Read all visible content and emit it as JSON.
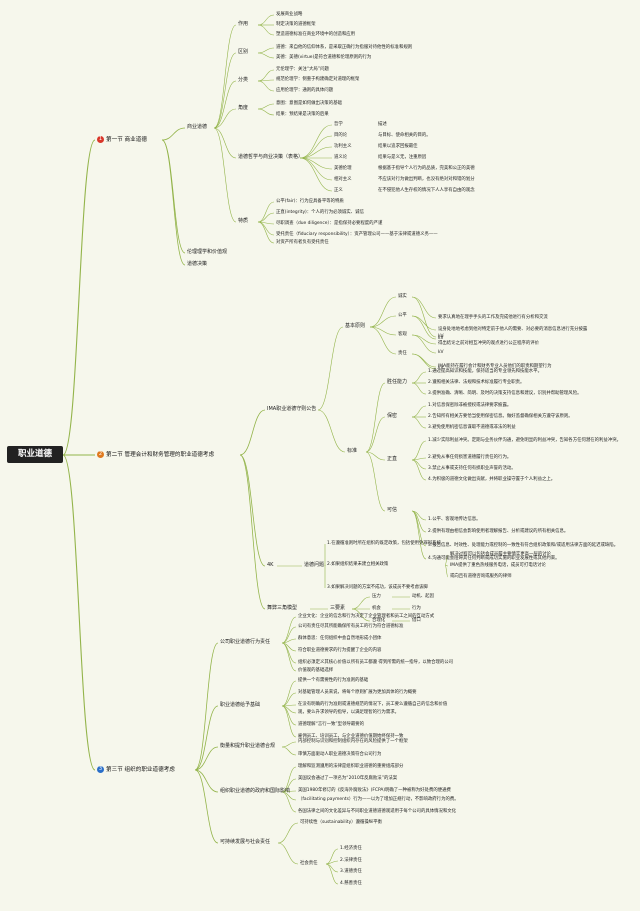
{
  "root": "职业道德",
  "colors": {
    "line": "#93b44a",
    "badge1": "#d9372a",
    "badge2": "#e07a1f",
    "badge3": "#2a6fc9"
  },
  "sections": {
    "s1": {
      "num": "1",
      "title": "第一节 商业道德",
      "c1": "商业道德",
      "g_zuoyong": "作用",
      "zy": [
        "发展商业战略",
        "制定决策的道德框架",
        "塑造道德标准在商业环境中的创造和应用"
      ],
      "g_qubie": "区别",
      "qb": [
        "道德：来自他的信仰体系，是采取正确行为指服对待他性的标准和规则",
        "美德：美德(virtue)是符合道德和伦理原则的行为"
      ],
      "g_fenlei": "分类",
      "fl": [
        "元伦理学：关注“大局”问题",
        "规范伦理学：侧重于构建确定对道理的框架",
        "应用伦理学：通则的具体问题"
      ],
      "g_jiaodu": "角度",
      "jd": [
        "意图：意图是如何做出决策的基础",
        "结果：预结果是决策的后果"
      ],
      "g_xuepai": "道德哲学与商业决策（表格）",
      "xp": [
        [
          "哲学",
          "描述"
        ],
        [
          "目的论",
          "与目标、使命相关的目的。"
        ],
        [
          "功利主义",
          "结果以追求回报最佳"
        ],
        [
          "道义论",
          "结果与是义无，注重原因"
        ],
        [
          "美德伦理",
          "根据基于指导个人行为的品质，完美和公正的美德"
        ],
        [
          "相对主义",
          "不应该对行为做出判断，也没有绝对对和错的划分"
        ],
        [
          "正义",
          "在不侵犯他人生存权的情况下人人享有自由的观念"
        ]
      ],
      "g_texing": "特质",
      "tx": [
        "公平(fair)：行为应具备平等的特质",
        "正直(integrity)：个人的行为必须诚实、诚信",
        "尽职调查（due diligence）：是指保持必要程度的严谨",
        "受托责任（fiduciary responsibility）：资产管理公司——基于法律或道德义务——",
        "对资产所有者负有受托责任"
      ],
      "c2": "伦理理学和价值观",
      "c3": "道德决策"
    },
    "s2": {
      "num": "2",
      "title": "第二节 管理会计和财务管理的职业道德考虑",
      "ima": "IMA职业道德守则公告",
      "jbyz": "基本原则",
      "princ": [
        [
          "诚实",
          "要求认真地在理手手头的工作及完成他进行有分析和交流"
        ],
        [
          "公平",
          "设身处地地考虑到他对特定前于他人的需要、对必要的消息信息进行充分披露"
        ],
        [
          "客观",
          "得出结论之前对相互冲突的观点进行公正程序的评价"
        ],
        [
          "责任",
          "IMA能持在履行会计和财务专业人员他们的职责和期望行为"
        ]
      ],
      "kv": "kV",
      "biaozhun": "标准",
      "g_suzhi": "胜任能力",
      "sz": [
        "1.通过提高知识和技能，保持适当的专业领先和技能水平。",
        "2.遵照相关法律、法规和技术标准履行专业职责。",
        "3.提供准确、清晰、简明、及时的决策支持信息和建议，识别并帮助管理风险。"
      ],
      "g_baomi": "保密",
      "bm": [
        "1.对信息保密除非被授权或法律要求披露。",
        "2.告知所有相关方要恰当使用保密信息。做好监督确保相关方遵守该原则。",
        "3.避免使用机密信息谋取不道德或非法的利益"
      ],
      "g_zhengzhi": "正直",
      "zz": [
        "1.减少实际利益冲突。定期与业务伙伴沟通，避免明显的利益冲突，告知各方任何潜在的利益冲突。",
        "2.避免从事任何损害道德履行责任的行为。",
        "3.禁止从事或支持任何有损职业声誉的活动。",
        "4.为积极的道德文化做出贡献，并将职业操守置于个人利益之上。"
      ],
      "g_kexin": "可信",
      "kx": [
        "1.公平、客观地传达信息。",
        "2.提供有理由相信会影响使用者理解报告、分析或建议的所有相关信息。",
        "3.报告信息、时效性、处理能力或控制的一致性有符合组织政策和/或适用法律方面的延迟或缺陷。",
        "4.沟通可能会阻碍其任何判断或成功实施的职业发展性或其他约束。"
      ],
      "g_4k": "4K",
      "dl": "道德问题",
      "dlq": [
        "1.在遵循准则时所在组织的既定政策，包括使用免罪辩系统",
        "2.如果组织结果未建立相关政策",
        "3.如果解决问题的方案不成功，该成员不要考虑该脚"
      ],
      "dlq2": [
        "解决过程可以包括会成员履主要情实更高一层的讨论",
        "IMA提供了重色热线服务电话，成员可打电话讨论",
        "或向且有道德咨询或服务的律师"
      ],
      "g_sanjiao": "舞弊三角模型",
      "sy": "三要素",
      "sanyao": [
        [
          "压力",
          "动机、起因"
        ],
        [
          "机会",
          "行为"
        ],
        [
          "合理化",
          "借口"
        ]
      ]
    },
    "s3": {
      "num": "3",
      "title": "第三节 组织的职业道德考虑",
      "g_a": "公司职业道德行为责任",
      "a": [
        "企业文化：企业的信念和行为决定了企业管理者和员工之间的互动方式",
        "公司有责任尽其所能确保所有员工的行为符合道德标准",
        "群体意思：任何组织中会自然地形成小团体",
        "符合职业道德要求的行为提醒了企业的内容",
        "组织必须定义其核心价值以所有员工都遵 得到所需的统一指导，以致合理的公司",
        "价值观的基础选择"
      ],
      "g_b": "职业道德给予基础",
      "b": [
        "提供一个有需要性的行为准则的基础",
        "对基础管理人员来说，将每个原则扩展为更加具体的行为概要",
        "在没有明确的行为准则或道德规范的情况下，员工要么遵循自己的信念和价值",
        "观，要么升求领导的指导，以满足理智的行为需求。",
        "道德理解“言行一致”型领导最要的",
        "雇佣员工、培训员工，与企业道德价值期始终保持一致"
      ],
      "g_c": "衡量和提升职业道德合规",
      "c": [
        "内部控制与识别和控制组织内存在的风险提供了一个框架",
        "审慎方面驱动人职业道德决策符合公司行为"
      ],
      "g_d": "组织职业道德的政府和国际影响",
      "d": [
        "理解和监测遵用的法律是组织职业道德的重要组成部分",
        "美国议会通过了一项名为“2010年反腐败法”的法案",
        "美国1980年修订的《反海外腐败法》(FCPA)明确了一种被称为好处费的便通费",
        "（facilitating payments）行为——以为了增加正规行动，不影响政府行为的费。",
        "各国法律之间的文化差异与不同职业道德道德观适用于每个公司的具体情况和文化"
      ],
      "g_e": "可持续发展与社会责任",
      "e1": "可持续性（sustainability）遵循操纵平衡",
      "e2": "社会责任",
      "e": [
        "1.经济责任",
        "2.法律责任",
        "3.道德责任",
        "4.慈善责任"
      ]
    }
  }
}
